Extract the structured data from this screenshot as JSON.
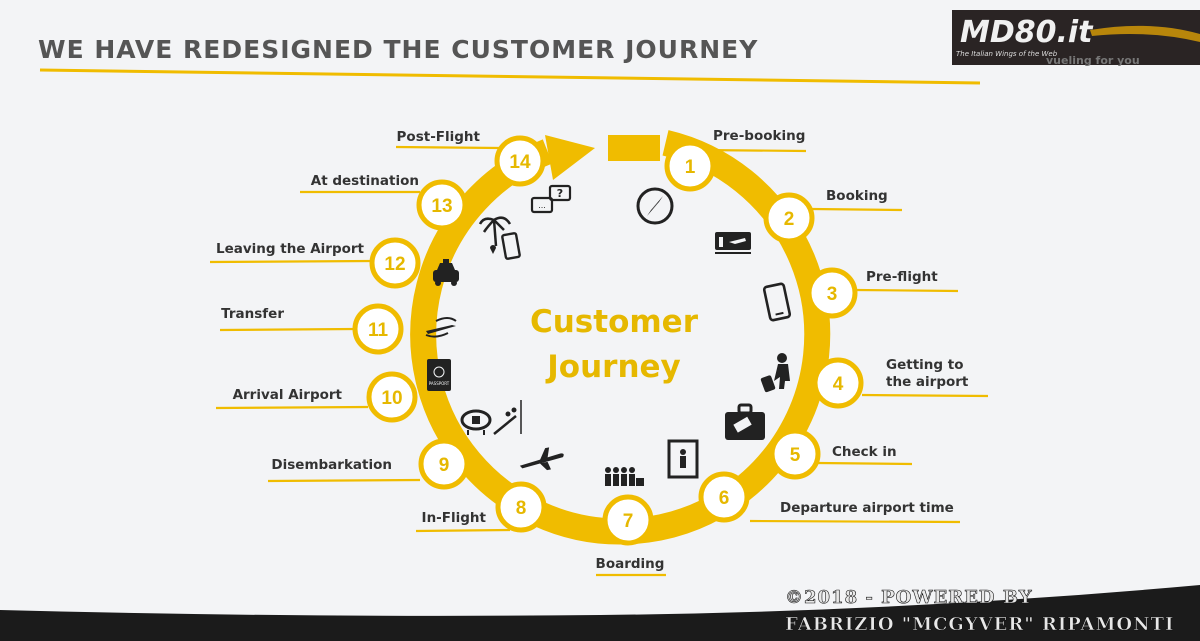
{
  "slide": {
    "heading": "WE HAVE REDESIGNED THE CUSTOMER JOURNEY",
    "center_line1": "Customer",
    "center_line2": "Journey",
    "brand": "vueling for you",
    "accent_color": "#f0bc00"
  },
  "steps": [
    {
      "number": "1",
      "label": "Pre-booking",
      "icon": "compass-icon"
    },
    {
      "number": "2",
      "label": "Booking",
      "icon": "ticket-icon"
    },
    {
      "number": "3",
      "label": "Pre-flight",
      "icon": "smartphone-icon"
    },
    {
      "number": "4",
      "label": "Getting to",
      "label2": "the airport",
      "icon": "traveler-luggage-icon"
    },
    {
      "number": "5",
      "label": "Check in",
      "icon": "suitcase-icon"
    },
    {
      "number": "6",
      "label": "Departure airport time",
      "icon": "security-scanner-icon"
    },
    {
      "number": "7",
      "label": "Boarding",
      "icon": "queue-icon"
    },
    {
      "number": "8",
      "label": "In-Flight",
      "icon": "airplane-icon"
    },
    {
      "number": "9",
      "label": "Disembarkation",
      "icon": "airplane-stairs-icon"
    },
    {
      "number": "10",
      "label": "Arrival Airport",
      "icon": "passport-icon"
    },
    {
      "number": "11",
      "label": "Transfer",
      "icon": "transfer-icon"
    },
    {
      "number": "12",
      "label": "Leaving the Airport",
      "icon": "taxi-icon"
    },
    {
      "number": "13",
      "label": "At destination",
      "icon": "palm-phone-icon"
    },
    {
      "number": "14",
      "label": "Post-Flight",
      "icon": "chat-bubbles-icon"
    }
  ],
  "watermark": {
    "logo_text": "MD80.it",
    "logo_tagline": "The Italian Wings of the Web",
    "line1": "©2018 - POWERED BY",
    "line2": "FABRIZIO \"MCGYVER\" RIPAMONTI"
  },
  "passport_text": "PASSPORT"
}
